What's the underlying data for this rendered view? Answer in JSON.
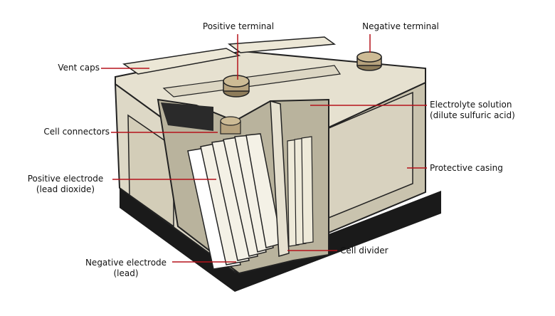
{
  "labels": {
    "positive_terminal": "Positive terminal",
    "negative_terminal": "Negative terminal",
    "vent_caps": "Vent caps",
    "electrolyte_line1": "Electrolyte solution",
    "electrolyte_line2": "(dilute sulfuric acid)",
    "cell_connectors": "Cell connectors",
    "positive_electrode_line1": "Positive electrode",
    "positive_electrode_line2": "(lead dioxide)",
    "protective_casing": "Protective casing",
    "cell_divider": "Cell divider",
    "negative_electrode_line1": "Negative electrode",
    "negative_electrode_line2": "(lead)"
  },
  "colors": {
    "leader": "#b5121b",
    "casing_front": "#ddd8c6",
    "casing_side": "#c9c3ae",
    "lid": "#e6e1d0",
    "base": "#1a1a1a",
    "terminal": "#b7a37e",
    "plate": "#f4f1e6",
    "outline": "#222222"
  }
}
